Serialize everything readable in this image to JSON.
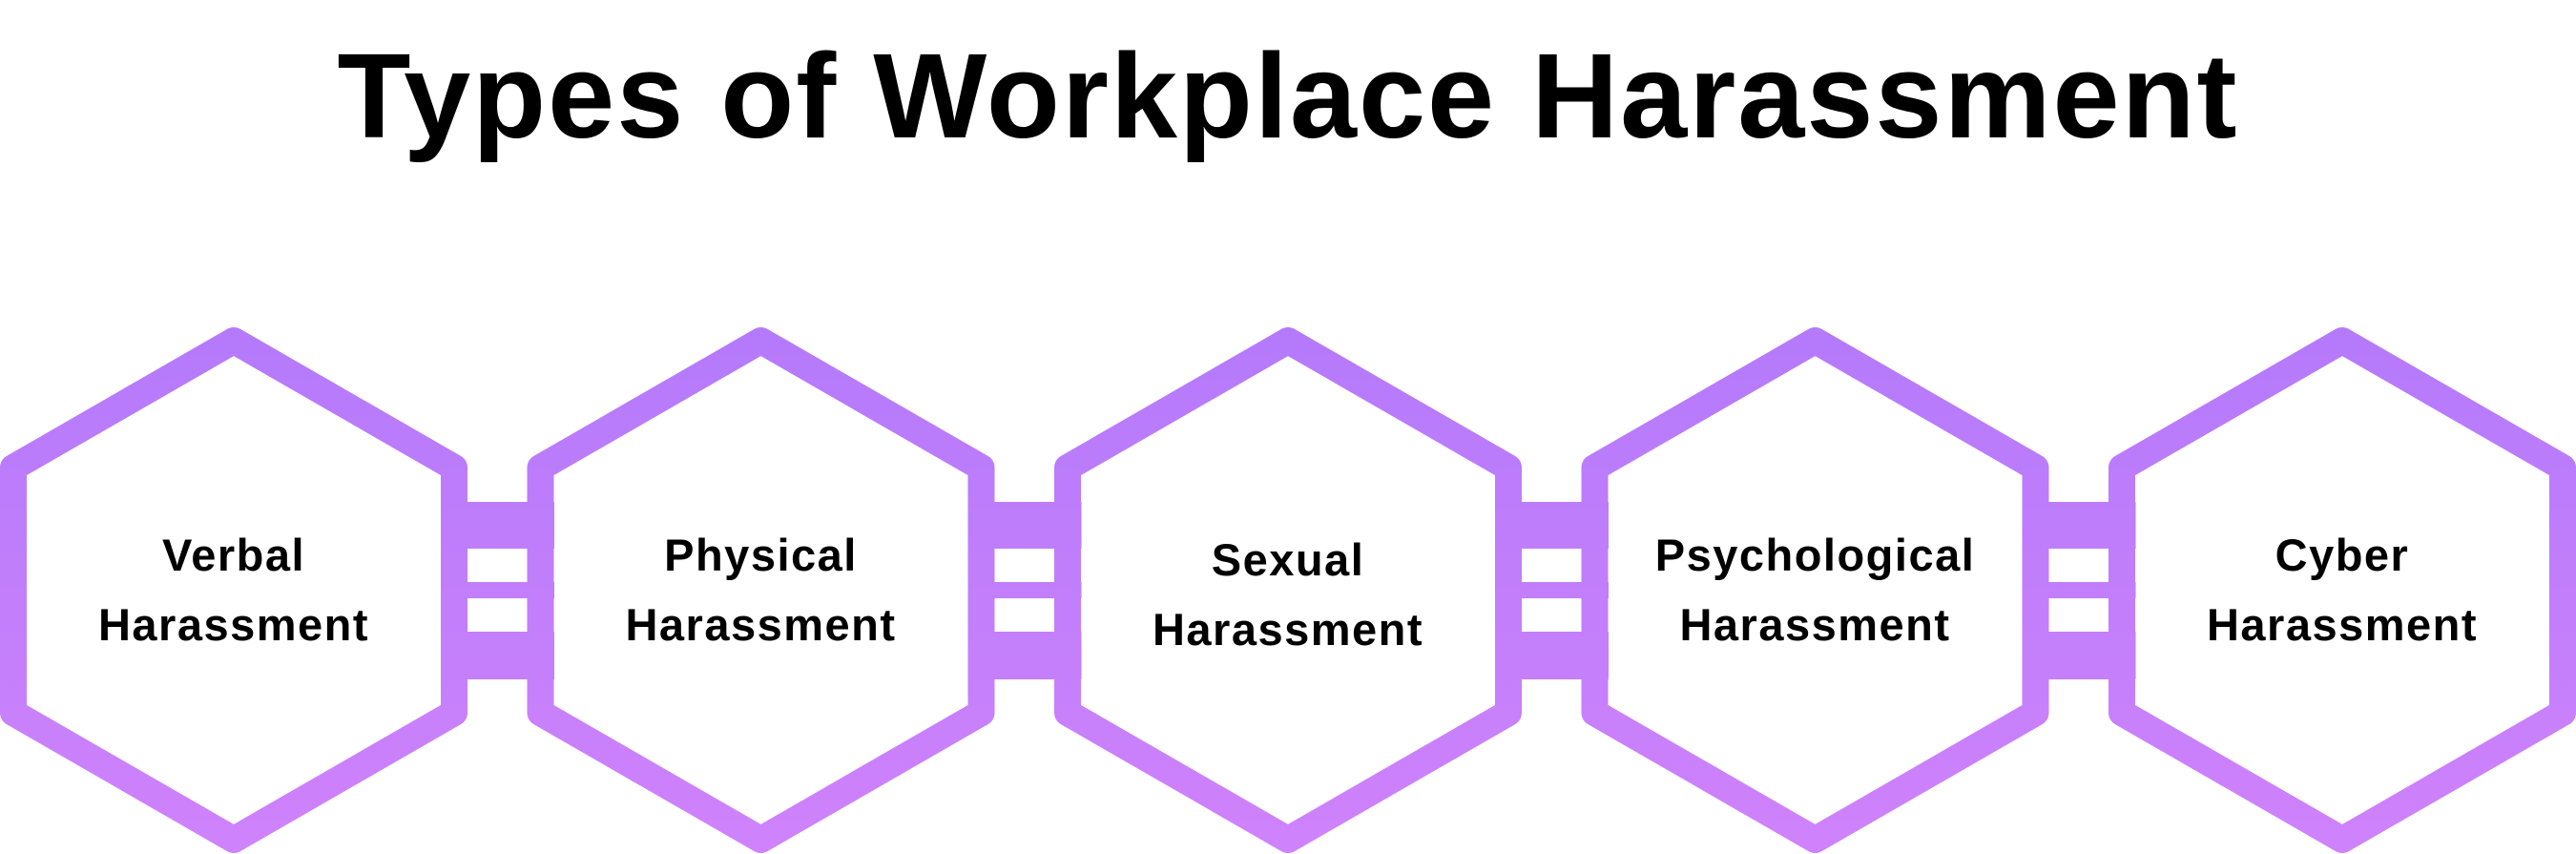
{
  "title": "Types of Workplace Harassment",
  "colors": {
    "gradient_top": "#B47AFB",
    "gradient_bottom": "#CF82FB",
    "background": "#FFFFFF",
    "text": "#000000"
  },
  "items": [
    {
      "line1": "Verbal",
      "line2": "Harassment"
    },
    {
      "line1": "Physical",
      "line2": "Harassment"
    },
    {
      "line1": "Sexual",
      "line2": "Harassment"
    },
    {
      "line1": "Psychological",
      "line2": "Harassment"
    },
    {
      "line1": "Cyber",
      "line2": "Harassment"
    }
  ]
}
